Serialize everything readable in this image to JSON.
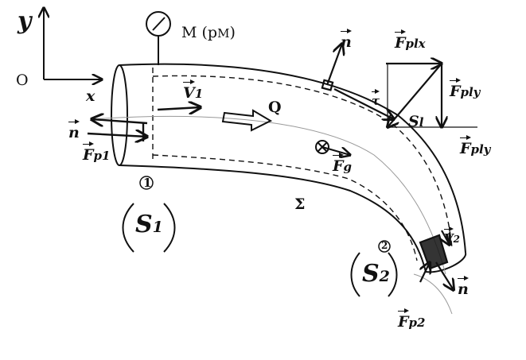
{
  "axes": {
    "y": "y",
    "x": "x",
    "origin": "O"
  },
  "manometer": {
    "label": "M (p",
    "sub": "M",
    "close": ")"
  },
  "flow": {
    "label": "Q"
  },
  "vectors": {
    "n_top": "n",
    "v1": "V",
    "v1_sub": "1",
    "tau": "τ",
    "Fg": "F",
    "Fg_sub": "g",
    "Fplx": "F",
    "Fplx_sub": "plx",
    "Fply": "F",
    "Fply_sub": "ply",
    "Fply2": "F",
    "Fply2_sub": "ply",
    "Sl": "S",
    "Sl_sub": "l",
    "n_left": "n",
    "Fp1": "F",
    "Fp1_sub": "p1",
    "v2": "V",
    "v2_sub": "2",
    "n_right": "n",
    "Fp2": "F",
    "Fp2_sub": "p2"
  },
  "sections": {
    "s1_num": "1",
    "s1_label": "S",
    "s1_sub": "1",
    "s2_num": "2",
    "s2_label": "S",
    "s2_sub": "2"
  },
  "pipe_label": "Σ"
}
